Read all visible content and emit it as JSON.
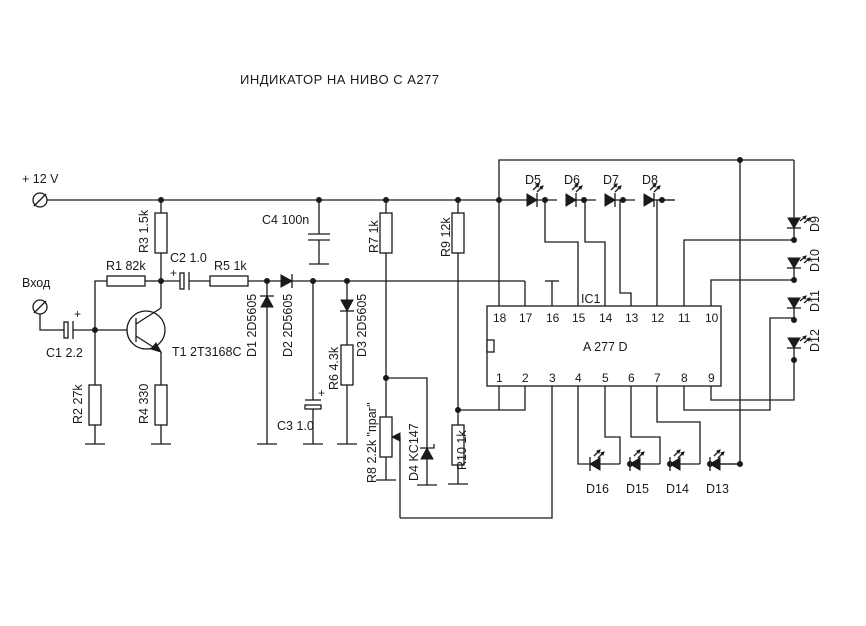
{
  "title": "ИНДИКАТОР  НА  НИВО  С  А277",
  "supply": "+ 12 V",
  "input": "Вход",
  "ic": {
    "ref": "IC1",
    "name": "A 277 D",
    "pins_top": [
      "18",
      "17",
      "16",
      "15",
      "14",
      "13",
      "12",
      "11",
      "10"
    ],
    "pins_bottom": [
      "1",
      "2",
      "3",
      "4",
      "5",
      "6",
      "7",
      "8",
      "9"
    ]
  },
  "parts": {
    "C1": "C1 2.2",
    "R1": "R1 82k",
    "R2": "R2 27k",
    "R3": "R3 1.5k",
    "R4": "R4 330",
    "T1": "T1 2T3168C",
    "C2": "C2 1.0",
    "R5": "R5 1k",
    "D1": "D1 2D5605",
    "D2": "D2 2D5605",
    "C4": "C4 100n",
    "R6": "R6 4.3k",
    "C3": "C3 1.0",
    "D3": "D3 2D5605",
    "R7": "R7 1k",
    "R8": "R8 2.2k \"праг\"",
    "D4": "D4 KC147",
    "R9": "R9 12k",
    "R10": "R10 1k"
  },
  "leds_top": [
    "D5",
    "D6",
    "D7",
    "D8"
  ],
  "leds_right": [
    "D9",
    "D10",
    "D11",
    "D12"
  ],
  "leds_bottom": [
    "D16",
    "D15",
    "D14",
    "D13"
  ],
  "plus_mark": "+"
}
